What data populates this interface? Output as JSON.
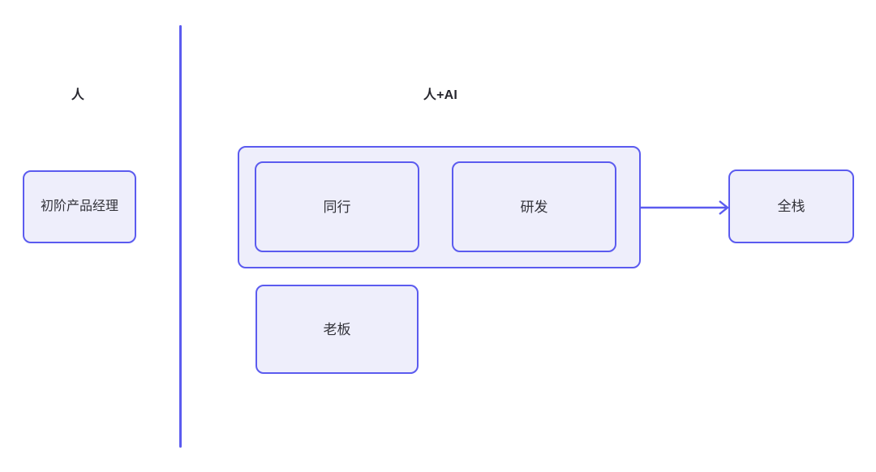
{
  "diagram": {
    "title_left": "人",
    "title_right": "人+AI",
    "columns": [
      {
        "heading": "人"
      },
      {
        "heading": "人+AI"
      }
    ],
    "nodes": [
      {
        "id": "junior-pm",
        "label": "初阶产品经理"
      },
      {
        "id": "peers",
        "label": "同行"
      },
      {
        "id": "rnd",
        "label": "研发"
      },
      {
        "id": "boss",
        "label": "老板"
      },
      {
        "id": "fullstack",
        "label": "全栈"
      }
    ],
    "groups": [
      {
        "id": "collab-group",
        "members": [
          "peers",
          "rnd"
        ]
      }
    ],
    "edges": [
      {
        "from": "collab-group",
        "to": "fullstack",
        "label": "",
        "style": "arrow-right"
      }
    ],
    "colors": {
      "node_fill": "#eeeefb",
      "node_border": "#5b5bef",
      "divider": "#5b5bef",
      "arrow": "#5b5bef",
      "heading_text": "#26262e",
      "node_text": "#33333a",
      "background": "#ffffff"
    }
  }
}
